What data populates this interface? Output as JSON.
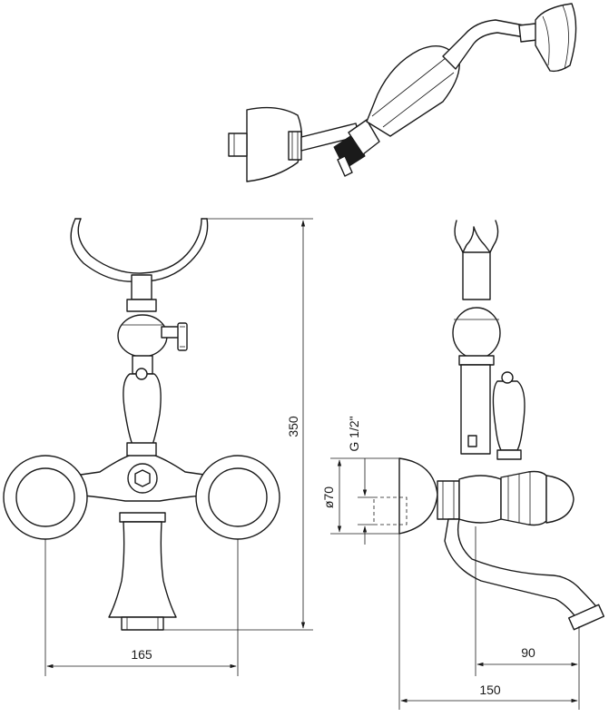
{
  "dimensions": {
    "height_total": "350",
    "width_handles": "165",
    "spout_projection": "90",
    "total_depth": "150",
    "thread": "G 1/2\"",
    "diameter": "ø70"
  }
}
